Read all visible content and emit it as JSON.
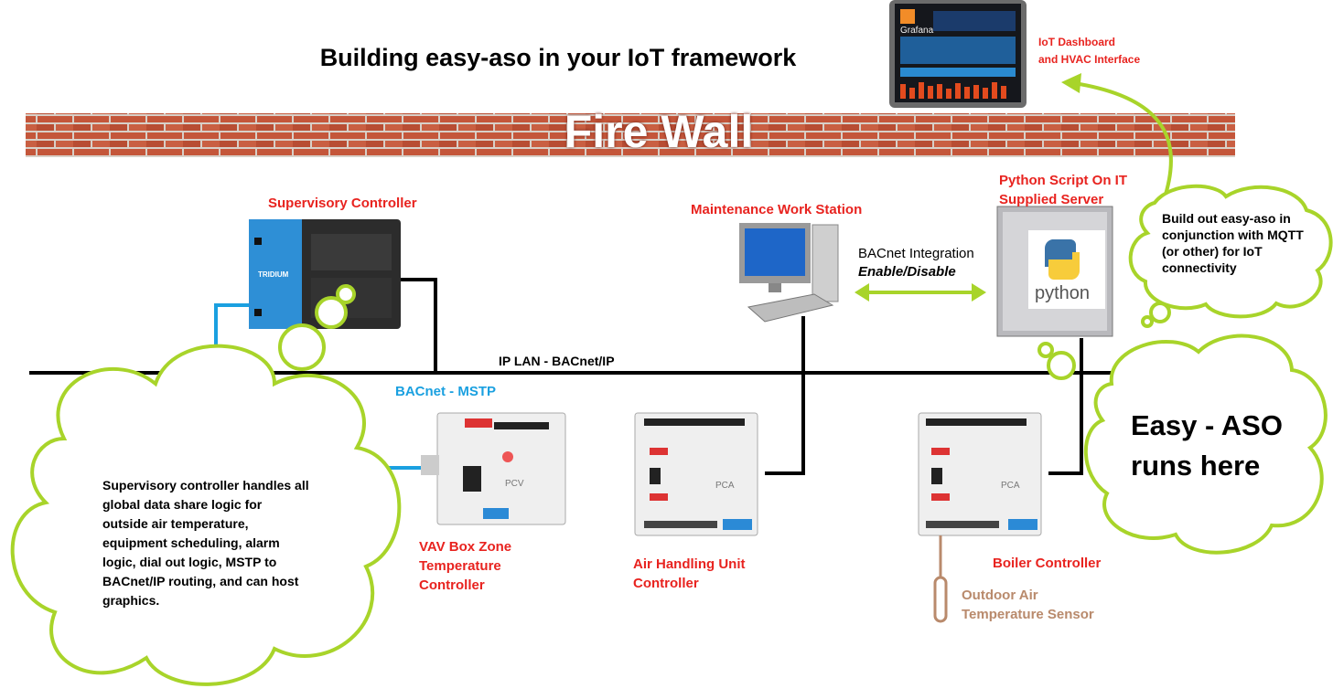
{
  "title": "Building easy-aso in your IoT framework",
  "firewall_label": "Fire Wall",
  "grafana_logo_text": "Grafana",
  "iot_dashboard": {
    "line1": "IoT Dashboard",
    "line2": "and HVAC Interface"
  },
  "supervisory_controller": {
    "label": "Supervisory Controller",
    "brand": "TRIDIUM"
  },
  "maintenance_station": {
    "label": "Maintenance Work Station"
  },
  "python_server": {
    "line1": "Python Script On IT",
    "line2": "Supplied Server",
    "logo_text": "python"
  },
  "bacnet_integration": {
    "line1": "BACnet Integration",
    "line2": "Enable/Disable"
  },
  "network": {
    "ip_lan": "IP LAN - BACnet/IP",
    "mstp": "BACnet - MSTP"
  },
  "mqtt_cloud": {
    "lines": [
      "Build out easy-aso in",
      "conjunction with MQTT",
      "(or other) for IoT",
      "connectivity"
    ]
  },
  "easy_aso_cloud": {
    "line1": "Easy - ASO",
    "line2": "runs here"
  },
  "supervisory_cloud": {
    "lines": [
      "Supervisory controller handles all",
      "global data share logic for",
      "outside air temperature,",
      "equipment scheduling, alarm",
      "logic, dial out logic, MSTP to",
      "BACnet/IP routing, and can host",
      "graphics."
    ]
  },
  "vav_controller": {
    "lines": [
      "VAV Box Zone",
      "Temperature",
      "Controller"
    ],
    "device_text": "PCV"
  },
  "ahu_controller": {
    "lines": [
      "Air Handling Unit",
      "Controller"
    ],
    "device_text": "PCA"
  },
  "boiler_controller": {
    "label": "Boiler Controller",
    "device_text": "PCA"
  },
  "oat_sensor": {
    "lines": [
      "Outdoor Air",
      "Temperature Sensor"
    ]
  },
  "colors": {
    "red_label": "#e8231f",
    "blue_label": "#1aa0e0",
    "cloud_outline": "#a8d42a",
    "brick": "#c4563a",
    "wire_blue": "#1aa0e0",
    "sensor": "#b98a6c"
  }
}
